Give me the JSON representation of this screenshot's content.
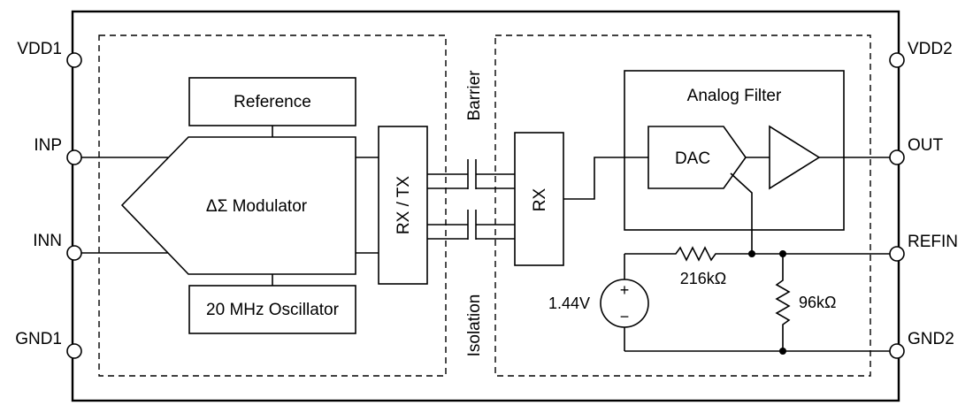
{
  "pins": {
    "vdd1": "VDD1",
    "inp": "INP",
    "inn": "INN",
    "gnd1": "GND1",
    "vdd2": "VDD2",
    "out": "OUT",
    "refin": "REFIN",
    "gnd2": "GND2"
  },
  "blocks": {
    "reference": "Reference",
    "modulator": "ΔΣ Modulator",
    "oscillator": "20 MHz Oscillator",
    "rxtx": "RX / TX",
    "rx": "RX",
    "analog_filter": "Analog Filter",
    "dac": "DAC"
  },
  "barrier": {
    "top": "Barrier",
    "bottom": "Isolation"
  },
  "components": {
    "voltage_source": "1.44V",
    "source_plus": "+",
    "source_minus": "−",
    "r_series": "216kΩ",
    "r_shunt": "96kΩ"
  }
}
